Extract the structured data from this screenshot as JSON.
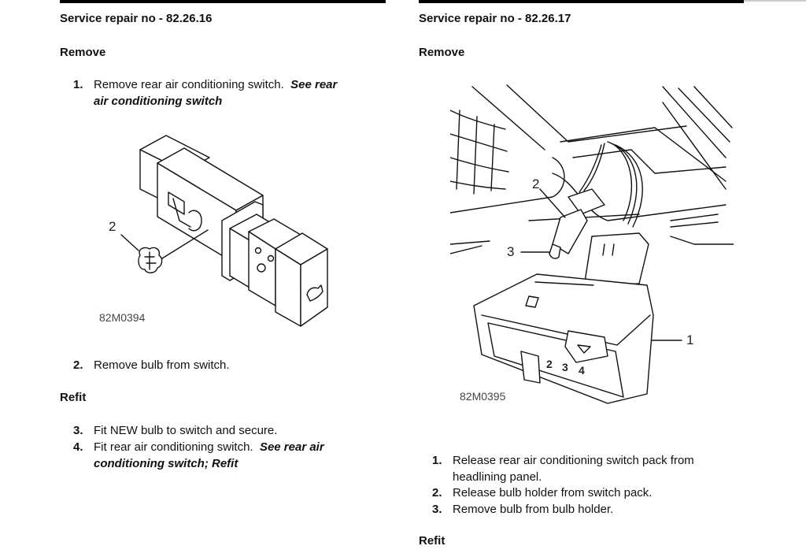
{
  "left": {
    "title": "Service repair no - 82.26.16",
    "remove_heading": "Remove",
    "remove_steps": [
      {
        "num": "1.",
        "text": "Remove rear air conditioning switch.",
        "ref_line1": "See rear",
        "ref_line2": "air conditioning switch"
      },
      {
        "num": "2.",
        "text": "Remove bulb from switch."
      }
    ],
    "figure": {
      "label": "82M0394",
      "callouts": [
        "2"
      ]
    },
    "refit_heading": "Refit",
    "refit_steps": [
      {
        "num": "3.",
        "text": "Fit NEW bulb to switch and secure."
      },
      {
        "num": "4.",
        "text": "Fit rear air conditioning switch.",
        "ref_line1": "See rear air",
        "ref_line2": "conditioning switch; Refit"
      }
    ]
  },
  "right": {
    "title": "Service repair no - 82.26.17",
    "remove_heading": "Remove",
    "figure": {
      "label": "82M0395",
      "callouts": [
        "2",
        "3",
        "1"
      ],
      "switch_numbers": [
        "2",
        "3",
        "4"
      ]
    },
    "remove_steps": [
      {
        "num": "1.",
        "text_line1": "Release rear air conditioning switch pack from",
        "text_line2": "headlining panel."
      },
      {
        "num": "2.",
        "text": "Release bulb holder from switch pack."
      },
      {
        "num": "3.",
        "text": "Remove bulb from bulb holder."
      }
    ],
    "refit_heading": "Refit"
  }
}
